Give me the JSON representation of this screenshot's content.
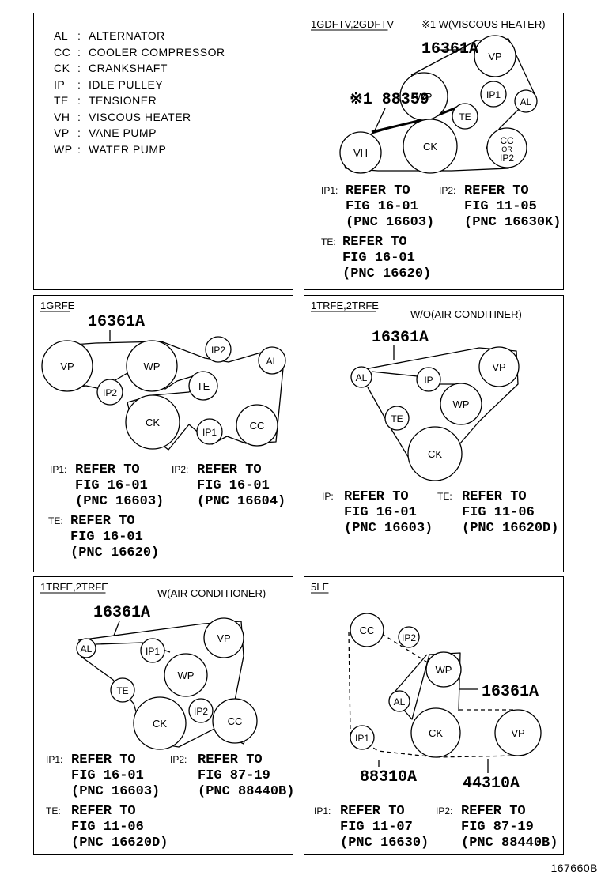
{
  "legend": [
    {
      "abbr": "AL",
      "name": "ALTERNATOR"
    },
    {
      "abbr": "CC",
      "name": "COOLER COMPRESSOR"
    },
    {
      "abbr": "CK",
      "name": "CRANKSHAFT"
    },
    {
      "abbr": "IP",
      "name": "IDLE PULLEY"
    },
    {
      "abbr": "TE",
      "name": "TENSIONER"
    },
    {
      "abbr": "VH",
      "name": "VISCOUS HEATER"
    },
    {
      "abbr": "VP",
      "name": "VANE PUMP"
    },
    {
      "abbr": "WP",
      "name": "WATER PUMP"
    }
  ],
  "legend_sep": ":",
  "figure_code": "167660B",
  "panels": [
    {
      "id": "1gdftv",
      "title": "1GDFTV,2GDFTV",
      "subtitle": "※1 W(VISCOUS HEATER)",
      "part_labels": [
        "16361A",
        "※1 88359"
      ],
      "pulleys": [
        {
          "label": "VP"
        },
        {
          "label": "WP"
        },
        {
          "label": "IP1"
        },
        {
          "label": "AL"
        },
        {
          "label": "TE"
        },
        {
          "label": "VH"
        },
        {
          "label": "CK"
        },
        {
          "label": "CC OR IP2"
        }
      ],
      "notes": [
        {
          "key": "IP1:",
          "lines": [
            "REFER TO",
            "FIG 16-01",
            "(PNC 16603)"
          ]
        },
        {
          "key": "IP2:",
          "lines": [
            "REFER TO",
            "FIG 11-05",
            "(PNC 16630K)"
          ]
        },
        {
          "key": "TE:",
          "lines": [
            "REFER TO",
            "FIG 16-01",
            "(PNC 16620)"
          ]
        }
      ]
    },
    {
      "id": "1grfe",
      "title": "1GRFE",
      "subtitle": "",
      "part_labels": [
        "16361A"
      ],
      "pulleys": [
        {
          "label": "VP"
        },
        {
          "label": "WP"
        },
        {
          "label": "IP2"
        },
        {
          "label": "AL"
        },
        {
          "label": "IP2"
        },
        {
          "label": "TE"
        },
        {
          "label": "CK"
        },
        {
          "label": "IP1"
        },
        {
          "label": "CC"
        }
      ],
      "notes": [
        {
          "key": "IP1:",
          "lines": [
            "REFER TO",
            "FIG 16-01",
            "(PNC 16603)"
          ]
        },
        {
          "key": "IP2:",
          "lines": [
            "REFER TO",
            "FIG 16-01",
            "(PNC 16604)"
          ]
        },
        {
          "key": "TE:",
          "lines": [
            "REFER TO",
            "FIG 16-01",
            "(PNC 16620)"
          ]
        }
      ]
    },
    {
      "id": "1trfe-wo",
      "title": "1TRFE,2TRFE",
      "subtitle": "W/O(AIR CONDITINER)",
      "part_labels": [
        "16361A"
      ],
      "pulleys": [
        {
          "label": "AL"
        },
        {
          "label": "IP"
        },
        {
          "label": "VP"
        },
        {
          "label": "WP"
        },
        {
          "label": "TE"
        },
        {
          "label": "CK"
        }
      ],
      "notes": [
        {
          "key": "IP:",
          "lines": [
            "REFER TO",
            "FIG 16-01",
            "(PNC 16603)"
          ]
        },
        {
          "key": "TE:",
          "lines": [
            "REFER TO",
            "FIG 11-06",
            "(PNC 16620D)"
          ]
        }
      ]
    },
    {
      "id": "1trfe-w",
      "title": "1TRFE,2TRFE",
      "subtitle": "W(AIR CONDITIONER)",
      "part_labels": [
        "16361A"
      ],
      "pulleys": [
        {
          "label": "AL"
        },
        {
          "label": "IP1"
        },
        {
          "label": "VP"
        },
        {
          "label": "WP"
        },
        {
          "label": "TE"
        },
        {
          "label": "IP2"
        },
        {
          "label": "CK"
        },
        {
          "label": "CC"
        }
      ],
      "notes": [
        {
          "key": "IP1:",
          "lines": [
            "REFER TO",
            "FIG 16-01",
            "(PNC 16603)"
          ]
        },
        {
          "key": "IP2:",
          "lines": [
            "REFER TO",
            "FIG 87-19",
            "(PNC 88440B)"
          ]
        },
        {
          "key": "TE:",
          "lines": [
            "REFER TO",
            "FIG 11-06",
            "(PNC 16620D)"
          ]
        }
      ]
    },
    {
      "id": "5le",
      "title": "5LE",
      "subtitle": "",
      "part_labels": [
        "16361A",
        "88310A",
        "44310A"
      ],
      "pulleys": [
        {
          "label": "CC"
        },
        {
          "label": "IP2"
        },
        {
          "label": "WP"
        },
        {
          "label": "AL"
        },
        {
          "label": "CK"
        },
        {
          "label": "VP"
        },
        {
          "label": "IP1"
        }
      ],
      "notes": [
        {
          "key": "IP1:",
          "lines": [
            "REFER TO",
            "FIG 11-07",
            "(PNC 16630)"
          ]
        },
        {
          "key": "IP2:",
          "lines": [
            "REFER TO",
            "FIG 87-19",
            "(PNC 88440B)"
          ]
        }
      ]
    }
  ]
}
